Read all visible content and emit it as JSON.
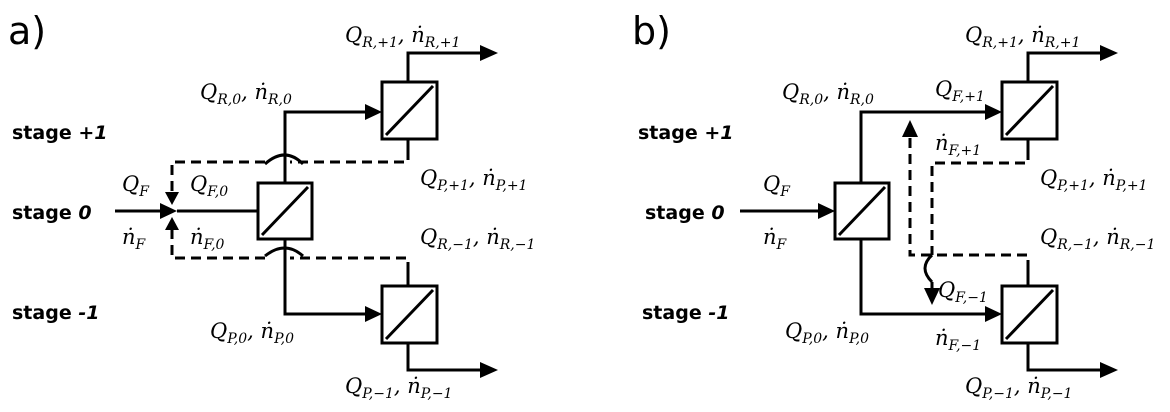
{
  "panels": [
    {
      "id": "a",
      "label": "a)"
    },
    {
      "id": "b",
      "label": "b)"
    }
  ],
  "stages": {
    "plus1": {
      "word": "stage",
      "num": "+1"
    },
    "zero": {
      "word": "stage",
      "num": "0"
    },
    "minus1": {
      "word": "stage",
      "num": "-1"
    }
  },
  "symbols": {
    "Q": "Q",
    "n": "ṅ",
    "sep": ", "
  },
  "subscripts": {
    "R1": "R,+1",
    "R0": "R,0",
    "Rm1": "R,−1",
    "P1": "P,+1",
    "P0": "P,0",
    "Pm1": "P,−1",
    "F": "F",
    "F0": "F,0",
    "F1": "F,+1",
    "Fm1": "F,−1"
  }
}
